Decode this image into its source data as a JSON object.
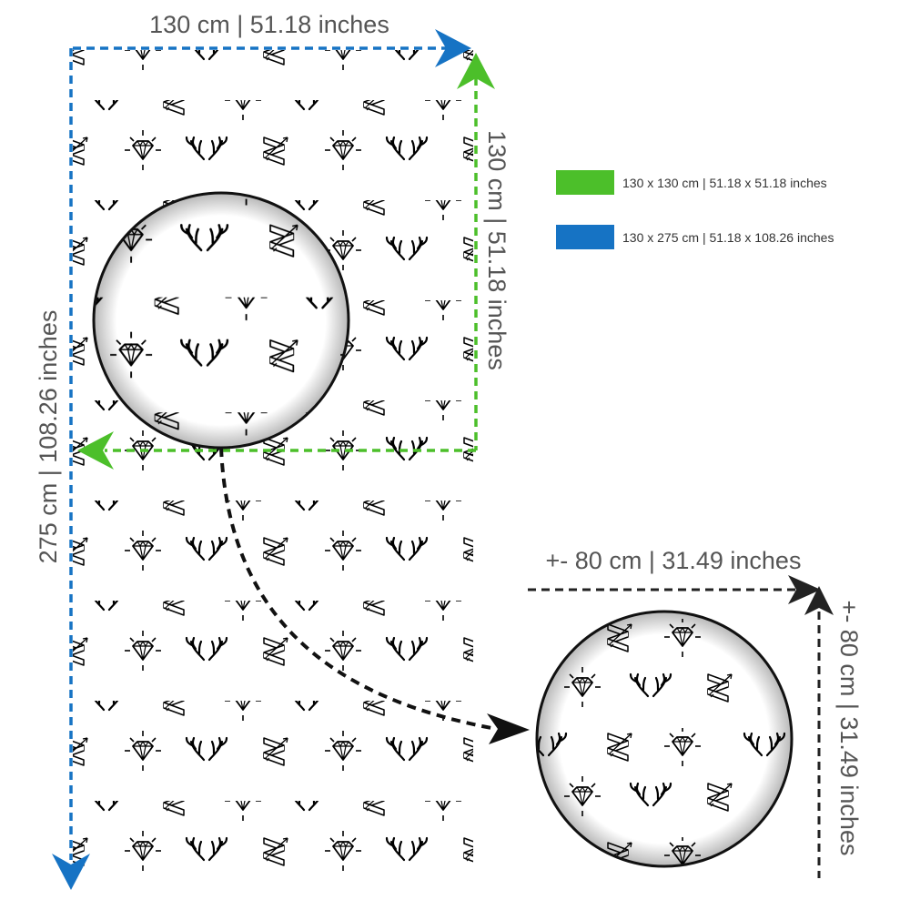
{
  "dimensions": {
    "top_width": "130 cm | 51.18 inches",
    "green_height": "130 cm | 51.18 inches",
    "blue_height": "275 cm | 108.26 inches",
    "zoom_width": "+- 80 cm | 31.49 inches",
    "zoom_height": "+- 80 cm | 31.49 inches"
  },
  "legend": [
    {
      "color": "#4cbf2a",
      "label": "130 x 130 cm | 51.18 x 51.18 inches"
    },
    {
      "color": "#1673c4",
      "label": "130 x 275 cm | 51.18 x 108.26 inches"
    }
  ],
  "colors": {
    "green": "#4cbf2a",
    "blue": "#1673c4",
    "dim_text": "#555555"
  },
  "pattern_icons": [
    "antlers-icon",
    "diamond-icon",
    "ribbon-arrow-icon"
  ]
}
